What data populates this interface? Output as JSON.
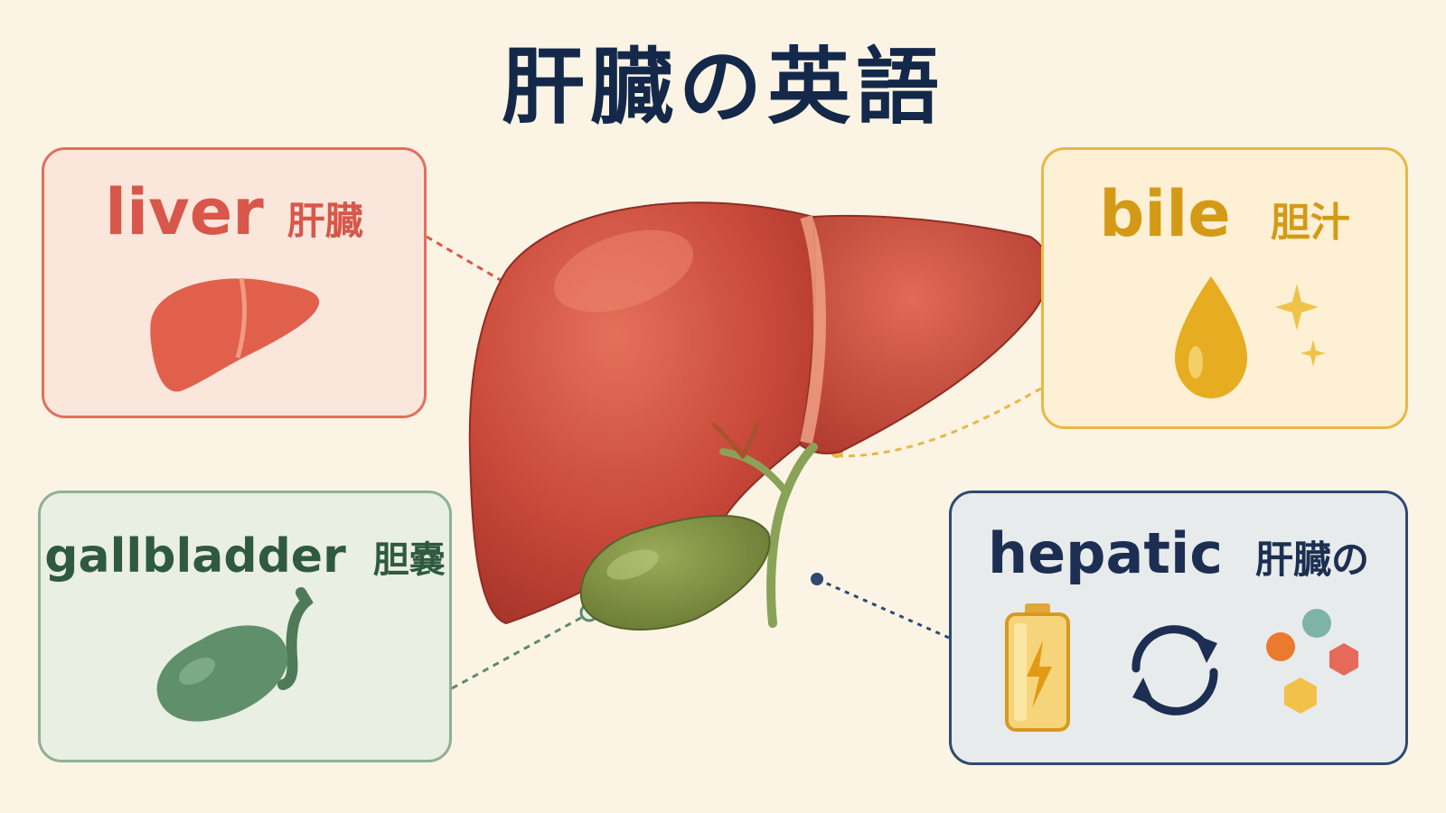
{
  "title": "肝臓の英語",
  "cards": [
    {
      "en": "liver",
      "ja": "肝臓",
      "icon": "liver-icon",
      "color": "#d8574a"
    },
    {
      "en": "gallbladder",
      "ja": "胆嚢",
      "icon": "gallbladder-icon",
      "color": "#2f5a40"
    },
    {
      "en": "bile",
      "ja": "胆汁",
      "icon": "bile-drop-icon",
      "color": "#d49a16"
    },
    {
      "en": "hepatic",
      "ja": "肝臓の",
      "icons": [
        "battery-icon",
        "cycle-arrows-icon",
        "molecules-icon"
      ],
      "color": "#1c2f52"
    }
  ]
}
